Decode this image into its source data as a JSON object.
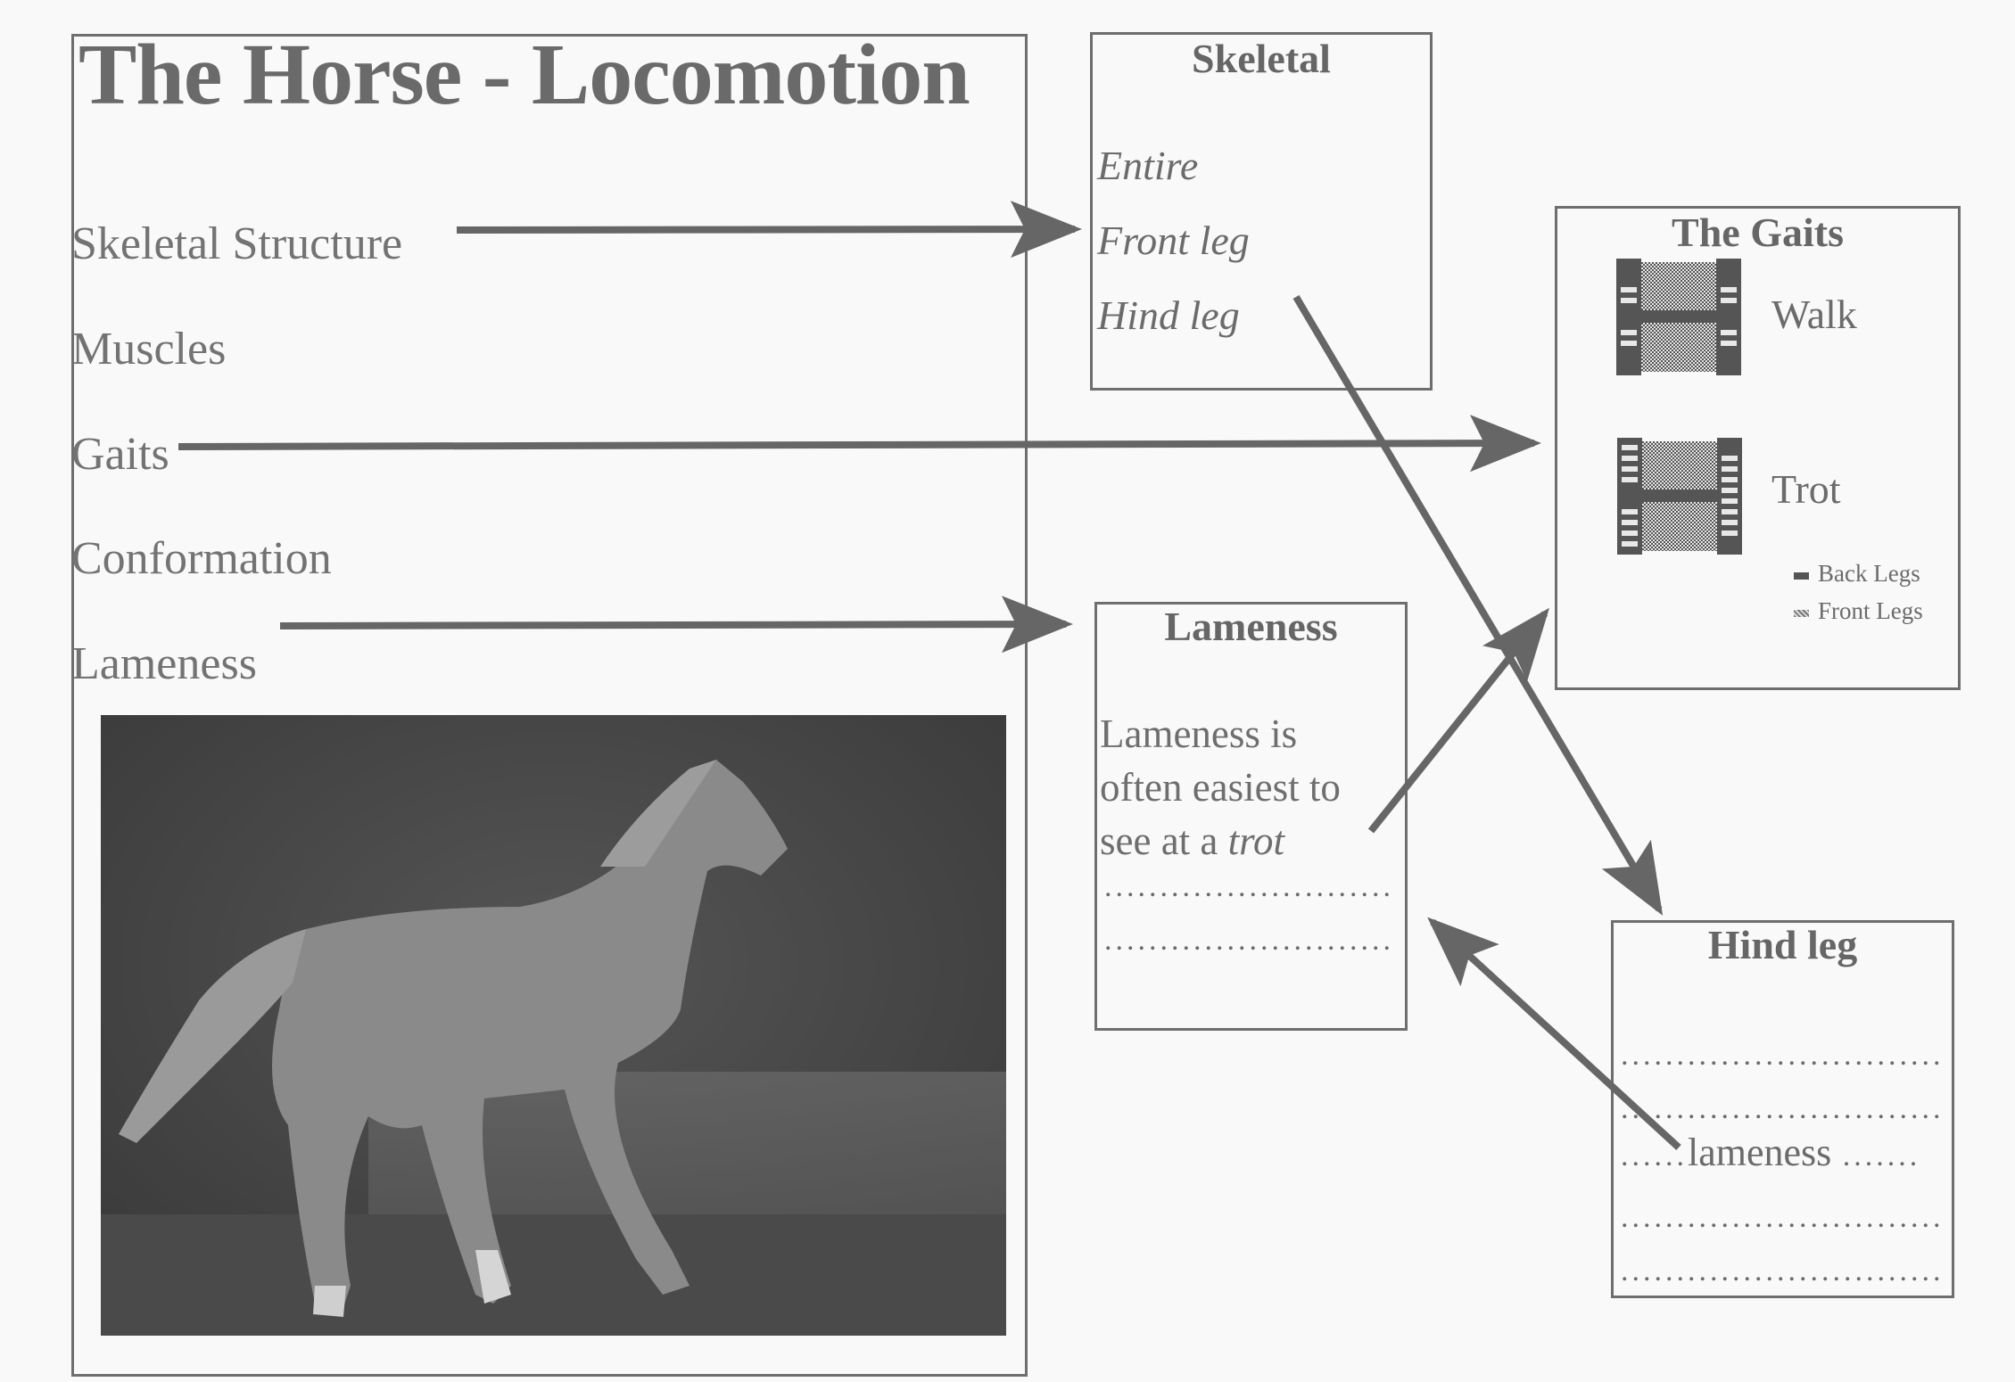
{
  "main": {
    "title": "The Horse - Locomotion",
    "menu": [
      {
        "label": "Skeletal Structure"
      },
      {
        "label": "Muscles"
      },
      {
        "label": "Gaits"
      },
      {
        "label": "Conformation"
      },
      {
        "label": "Lameness"
      }
    ],
    "photo_alt": "horse-trotting-photo"
  },
  "skeletal": {
    "title": "Skeletal",
    "items": [
      {
        "label": "Entire"
      },
      {
        "label": "Front leg"
      },
      {
        "label": "Hind leg"
      }
    ]
  },
  "gaits": {
    "title": "The Gaits",
    "items": [
      {
        "label": "Walk"
      },
      {
        "label": "Trot"
      }
    ],
    "legend": [
      {
        "label": "Back Legs",
        "swatch": "solid"
      },
      {
        "label": "Front Legs",
        "swatch": "checker"
      }
    ]
  },
  "lameness": {
    "title": "Lameness",
    "text_line1": "Lameness is",
    "text_line2": "often easiest to",
    "text_line3_prefix": "see at a ",
    "text_line3_emph": "trot",
    "dotted_lines": [
      "..........................",
      ".........................."
    ]
  },
  "hind_leg": {
    "title": "Hind leg",
    "line1": "..............................",
    "line2": "..............................",
    "line3_prefix": "......",
    "line3_word": "lameness",
    "line3_suffix": " .......",
    "line4": "..............................",
    "line5": ".............................."
  },
  "colors": {
    "ink": "#6b6b6b",
    "arrow": "#666666",
    "paper": "#f9f9f9"
  }
}
